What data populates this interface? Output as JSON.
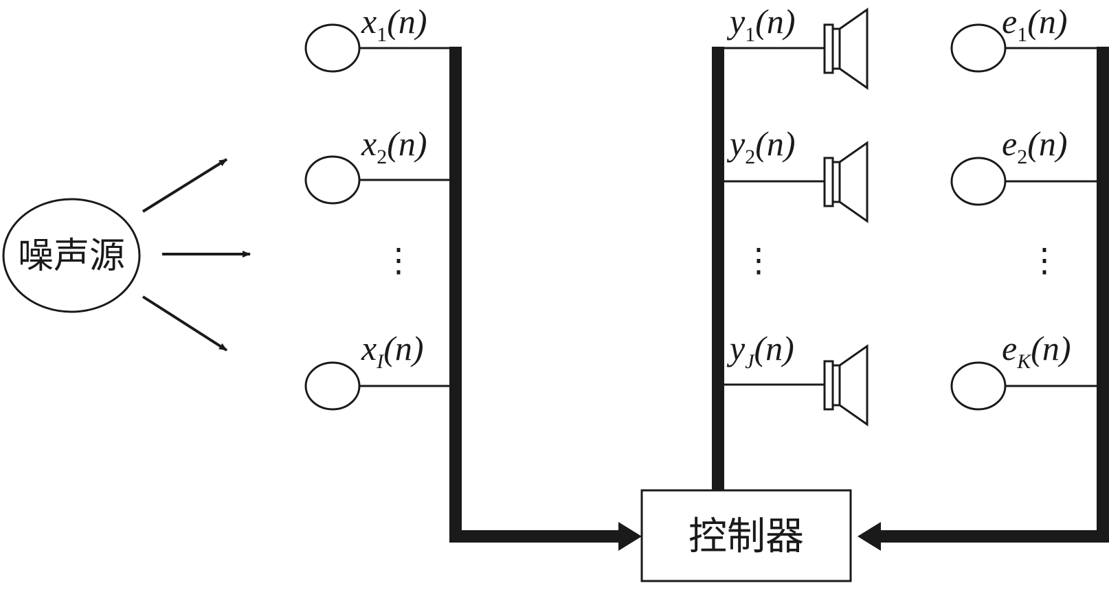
{
  "colors": {
    "ink": "#1a1a1a",
    "background": "#ffffff"
  },
  "noise_source": {
    "label": "噪声源"
  },
  "controller": {
    "label": "控制器"
  },
  "reference_mics": {
    "icon": "microphone-circle-icon",
    "items": [
      {
        "sym": "x",
        "sub": "1",
        "arg": "(n)"
      },
      {
        "sym": "x",
        "sub": "2",
        "arg": "(n)"
      },
      {
        "sym": "x",
        "sub": "I",
        "arg": "(n)"
      }
    ],
    "ellipsis": "⋮"
  },
  "secondary_speakers": {
    "icon": "loudspeaker-icon",
    "items": [
      {
        "sym": "y",
        "sub": "1",
        "arg": "(n)"
      },
      {
        "sym": "y",
        "sub": "2",
        "arg": "(n)"
      },
      {
        "sym": "y",
        "sub": "J",
        "arg": "(n)"
      }
    ],
    "ellipsis": "⋮"
  },
  "error_mics": {
    "icon": "microphone-circle-icon",
    "items": [
      {
        "sym": "e",
        "sub": "1",
        "arg": "(n)"
      },
      {
        "sym": "e",
        "sub": "2",
        "arg": "(n)"
      },
      {
        "sym": "e",
        "sub": "K",
        "arg": "(n)"
      }
    ],
    "ellipsis": "⋮"
  }
}
